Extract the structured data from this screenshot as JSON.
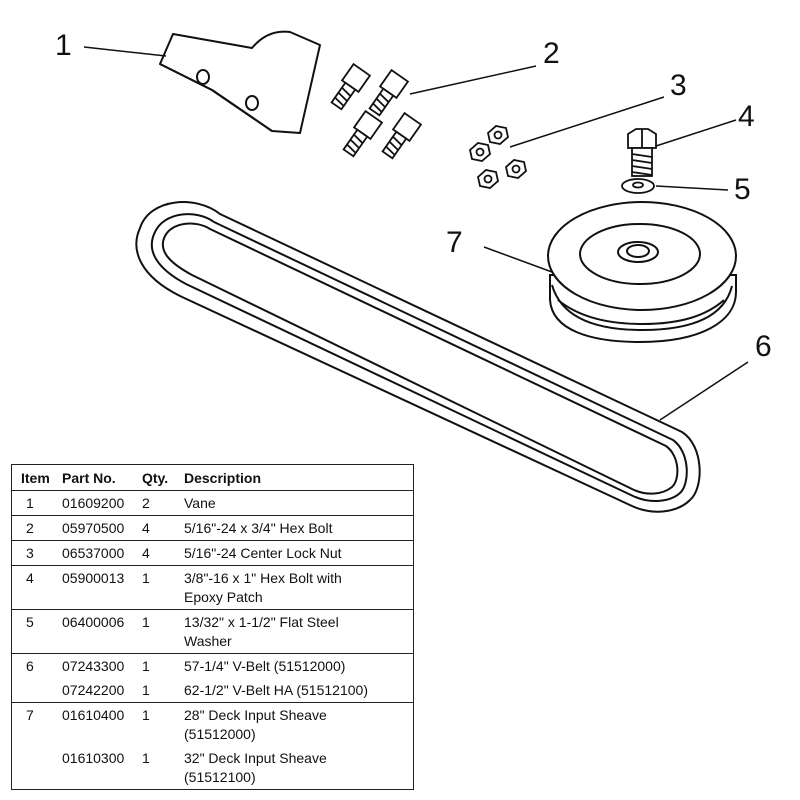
{
  "callouts": [
    {
      "id": "1",
      "label": "1"
    },
    {
      "id": "2",
      "label": "2"
    },
    {
      "id": "3",
      "label": "3"
    },
    {
      "id": "4",
      "label": "4"
    },
    {
      "id": "5",
      "label": "5"
    },
    {
      "id": "6",
      "label": "6"
    },
    {
      "id": "7",
      "label": "7"
    }
  ],
  "table": {
    "headers": {
      "item": "Item",
      "part": "Part No.",
      "qty": "Qty.",
      "desc": "Description"
    },
    "groups": [
      {
        "item": "1",
        "rows": [
          {
            "part": "01609200",
            "qty": "2",
            "desc": "Vane"
          }
        ]
      },
      {
        "item": "2",
        "rows": [
          {
            "part": "05970500",
            "qty": "4",
            "desc": "5/16\"-24 x 3/4\" Hex Bolt"
          }
        ]
      },
      {
        "item": "3",
        "rows": [
          {
            "part": "06537000",
            "qty": "4",
            "desc": "5/16\"-24 Center Lock Nut"
          }
        ]
      },
      {
        "item": "4",
        "rows": [
          {
            "part": "05900013",
            "qty": "1",
            "desc": "3/8\"-16 x 1\" Hex Bolt with",
            "desc2": "Epoxy Patch"
          }
        ]
      },
      {
        "item": "5",
        "rows": [
          {
            "part": "06400006",
            "qty": "1",
            "desc": "13/32\" x 1-1/2\" Flat Steel",
            "desc2": "Washer"
          }
        ]
      },
      {
        "item": "6",
        "rows": [
          {
            "part": "07243300",
            "qty": "1",
            "desc": "57-1/4\" V-Belt (51512000)"
          },
          {
            "part": "07242200",
            "qty": "1",
            "desc": "62-1/2\" V-Belt HA (51512100)"
          }
        ]
      },
      {
        "item": "7",
        "rows": [
          {
            "part": "01610400",
            "qty": "1",
            "desc": "28\" Deck Input Sheave",
            "desc2": "(51512000)"
          },
          {
            "part": "01610300",
            "qty": "1",
            "desc": "32\" Deck Input Sheave",
            "desc2": "(51512100)"
          }
        ]
      }
    ]
  }
}
